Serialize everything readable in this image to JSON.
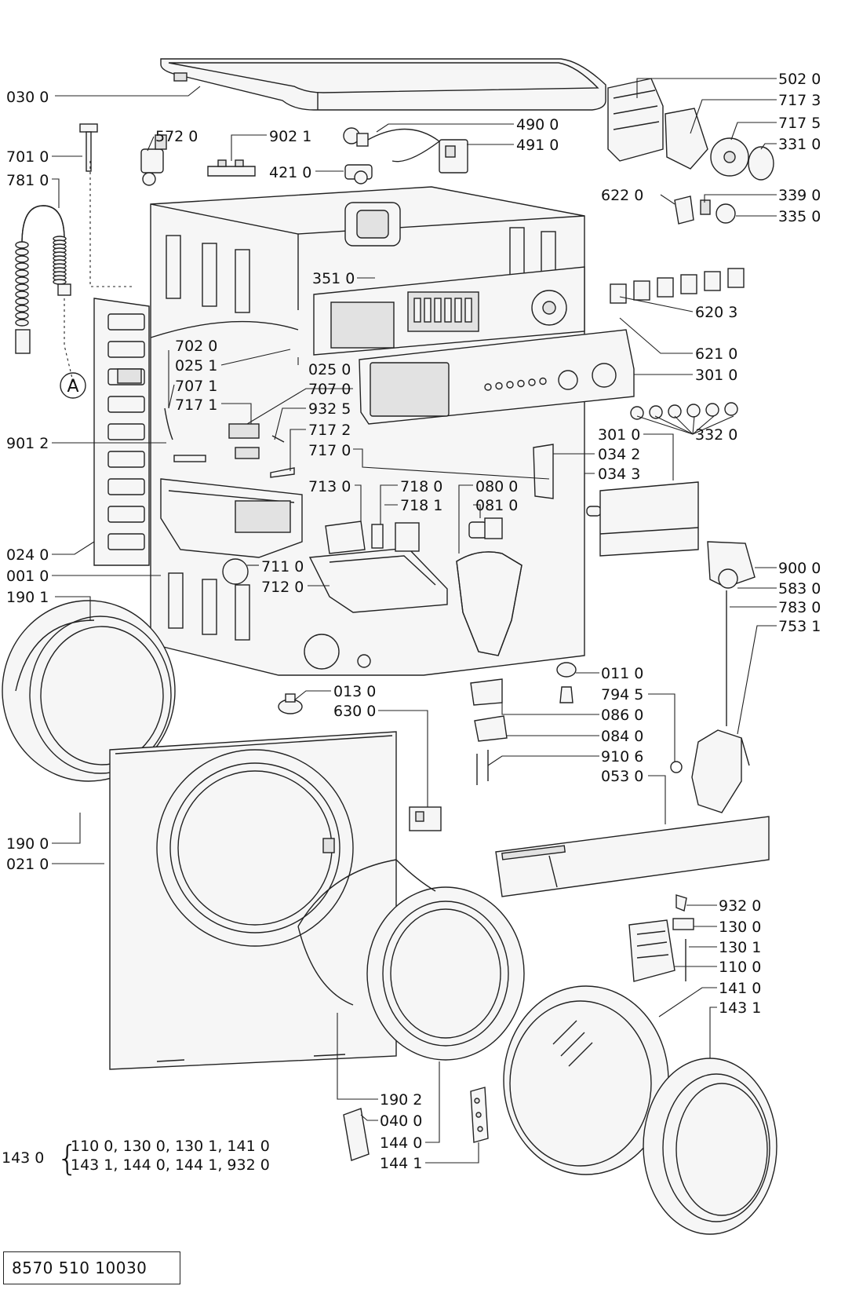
{
  "parts": [
    {
      "id": "p0301",
      "label": "030 0"
    },
    {
      "id": "p5720",
      "label": "572 0"
    },
    {
      "id": "p9021",
      "label": "902 1"
    },
    {
      "id": "p4900",
      "label": "490 0"
    },
    {
      "id": "p4910",
      "label": "491 0"
    },
    {
      "id": "p4210",
      "label": "421 0"
    },
    {
      "id": "p7010",
      "label": "701 0"
    },
    {
      "id": "p7810",
      "label": "781 0"
    },
    {
      "id": "p5020",
      "label": "502 0"
    },
    {
      "id": "p7173",
      "label": "717 3"
    },
    {
      "id": "p7175",
      "label": "717 5"
    },
    {
      "id": "p3310",
      "label": "331 0"
    },
    {
      "id": "p6220",
      "label": "622 0"
    },
    {
      "id": "p3390",
      "label": "339 0"
    },
    {
      "id": "p3350",
      "label": "335 0"
    },
    {
      "id": "p3510",
      "label": "351 0"
    },
    {
      "id": "p6203",
      "label": "620 3"
    },
    {
      "id": "p6210",
      "label": "621 0"
    },
    {
      "id": "p7020",
      "label": "702 0"
    },
    {
      "id": "p0251",
      "label": "025 1"
    },
    {
      "id": "p0250",
      "label": "025 0"
    },
    {
      "id": "p3010a",
      "label": "301 0"
    },
    {
      "id": "p7071",
      "label": "707 1"
    },
    {
      "id": "p7070",
      "label": "707 0"
    },
    {
      "id": "p7171",
      "label": "717 1"
    },
    {
      "id": "p9325",
      "label": "932 5"
    },
    {
      "id": "p3320",
      "label": "332 0"
    },
    {
      "id": "p9012",
      "label": "901 2"
    },
    {
      "id": "p7172",
      "label": "717 2"
    },
    {
      "id": "p7170",
      "label": "717 0"
    },
    {
      "id": "p3010b",
      "label": "301 0"
    },
    {
      "id": "p0342",
      "label": "034 2"
    },
    {
      "id": "p0343",
      "label": "034 3"
    },
    {
      "id": "p7130",
      "label": "713 0"
    },
    {
      "id": "p7180",
      "label": "718 0"
    },
    {
      "id": "p7181",
      "label": "718 1"
    },
    {
      "id": "p0800",
      "label": "080 0"
    },
    {
      "id": "p0810",
      "label": "081 0"
    },
    {
      "id": "p0240",
      "label": "024 0"
    },
    {
      "id": "p7110",
      "label": "711 0"
    },
    {
      "id": "p0010",
      "label": "001 0"
    },
    {
      "id": "p7120",
      "label": "712 0"
    },
    {
      "id": "p9000",
      "label": "900 0"
    },
    {
      "id": "p5830",
      "label": "583 0"
    },
    {
      "id": "p7830",
      "label": "783 0"
    },
    {
      "id": "p7531",
      "label": "753 1"
    },
    {
      "id": "p1901",
      "label": "190 1"
    },
    {
      "id": "p0110",
      "label": "011 0"
    },
    {
      "id": "p0130",
      "label": "013 0"
    },
    {
      "id": "p7945",
      "label": "794 5"
    },
    {
      "id": "p6300",
      "label": "630 0"
    },
    {
      "id": "p0860",
      "label": "086 0"
    },
    {
      "id": "p0840",
      "label": "084 0"
    },
    {
      "id": "p9106",
      "label": "910 6"
    },
    {
      "id": "p0530",
      "label": "053 0"
    },
    {
      "id": "p1900",
      "label": "190 0"
    },
    {
      "id": "p0210",
      "label": "021 0"
    },
    {
      "id": "p9320",
      "label": "932 0"
    },
    {
      "id": "p1300",
      "label": "130 0"
    },
    {
      "id": "p1301",
      "label": "130 1"
    },
    {
      "id": "p1100",
      "label": "110 0"
    },
    {
      "id": "p1410",
      "label": "141 0"
    },
    {
      "id": "p1431",
      "label": "143 1"
    },
    {
      "id": "p1902",
      "label": "190 2"
    },
    {
      "id": "p0400",
      "label": "040 0"
    },
    {
      "id": "p1440",
      "label": "144 0"
    },
    {
      "id": "p1441",
      "label": "144 1"
    }
  ],
  "callout_a": "A",
  "kit": {
    "label": "143 0",
    "brace": "{",
    "line1": "110 0, 130 0, 130 1, 141 0",
    "line2": "143 1, 144 0, 144 1, 932 0"
  },
  "drawing_code": "8570 510 10030"
}
